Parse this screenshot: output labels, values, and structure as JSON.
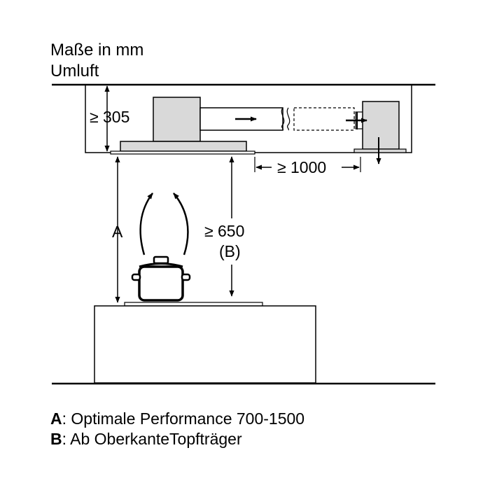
{
  "header": {
    "line1": "Maße in mm",
    "line2": "Umluft"
  },
  "dimensions": {
    "height_ceiling": "≥ 305",
    "distance_side": "≥ 1000",
    "label_a": "A",
    "min_height": "≥ 650",
    "min_height_ref": "(B)"
  },
  "legend": {
    "a_key": "A",
    "a_text": ": Optimale Performance 700-1500",
    "b_key": "B",
    "b_text": ": Ab OberkanteTopfträger"
  }
}
